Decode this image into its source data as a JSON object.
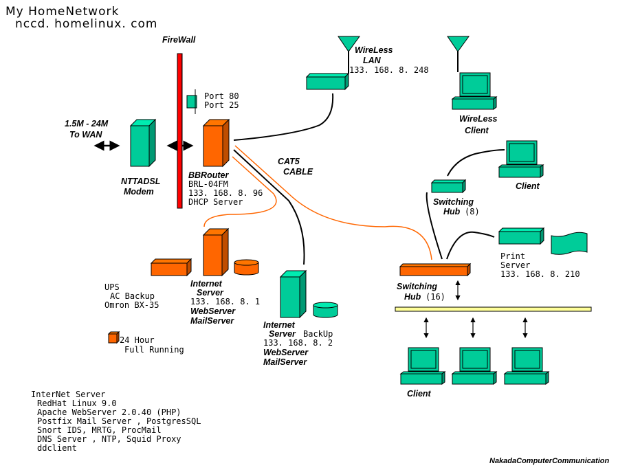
{
  "title": {
    "line1": "My  HomeNetwork",
    "line2": "nccd. homelinux. com"
  },
  "colors": {
    "device": "#00CC99",
    "server": "#FF6600",
    "firewall": "#FF0000",
    "backbone": "#FFFF99",
    "cable_black": "#000000",
    "cable_orange": "#FF6600"
  },
  "firewall": {
    "label": "FireWall"
  },
  "ports": [
    "Port 80",
    "Port 25"
  ],
  "wan": {
    "line1": "1.5M - 24M",
    "line2": "To WAN"
  },
  "modem": {
    "line1": "NTTADSL",
    "line2": "Modem"
  },
  "router": {
    "line1": "BBRouter",
    "line2": "BRL-04FM",
    "line3": "133. 168. 8. 96",
    "line4": "DHCP  Server"
  },
  "cable": {
    "line1": "CAT5",
    "line2": "CABLE"
  },
  "wireless_lan": {
    "line1": "WireLess",
    "line2": "LAN",
    "ip": "133. 168. 8. 248"
  },
  "wireless_client": {
    "line1": "WireLess",
    "line2": "Client"
  },
  "client_top": {
    "label": "Client"
  },
  "hub8": {
    "line1": "Switching",
    "line2": "Hub",
    "ports": "(8)"
  },
  "print_server": {
    "line1": "Print",
    "line2": "Server",
    "ip": "133. 168. 8. 210"
  },
  "hub16": {
    "line1": "Switching",
    "line2": "Hub",
    "ports": "(16)"
  },
  "clients_bottom": {
    "label": "Client"
  },
  "ups": {
    "line1": "UPS",
    "line2": "AC  Backup",
    "line3": "Omron  BX-35"
  },
  "internet_server": {
    "line1": "Internet",
    "line2": "Server",
    "ip": "133. 168. 8. 1",
    "line3": "WebServer",
    "line4": "MailServer"
  },
  "backup_server": {
    "line1": "Internet",
    "line2": "Server",
    "tag": "BackUp",
    "ip": "133. 168. 8. 2",
    "line3": "WebServer",
    "line4": "MailServer"
  },
  "legend": {
    "line1": "24  Hour",
    "line2": "Full  Running"
  },
  "software": [
    "InterNet  Server",
    "RedHat  Linux  9.0",
    "Apache  WebServer  2.0.40  (PHP)",
    "Postfix  Mail  Server  , PostgresSQL",
    "Snort  IDS, MRTG, ProcMail",
    "DNS  Server  , NTP, Squid  Proxy",
    "ddclient"
  ],
  "footer": "NakadaComputerCommunication"
}
